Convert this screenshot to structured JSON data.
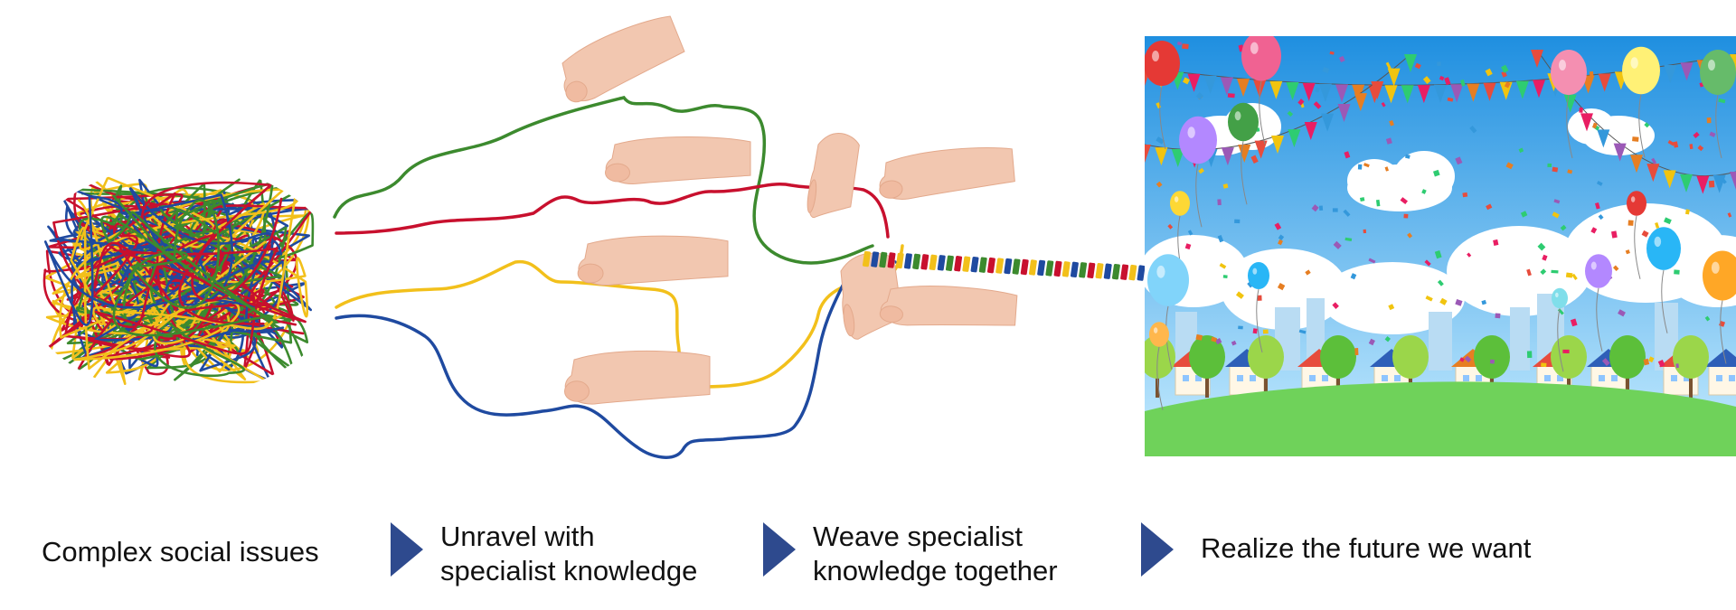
{
  "steps": [
    {
      "lines": [
        "Complex social issues"
      ]
    },
    {
      "lines": [
        "Unravel with",
        "specialist knowledge"
      ]
    },
    {
      "lines": [
        "Weave specialist",
        "knowledge together"
      ]
    },
    {
      "lines": [
        "Realize the future we want"
      ]
    }
  ],
  "colors": {
    "thread_red": "#c8102e",
    "thread_blue": "#1f4aa0",
    "thread_yellow": "#f2c01b",
    "thread_green": "#3c8a2e",
    "arrow": "#2e4a8e",
    "skin": "#f2c7b0",
    "sky_top": "#1f8fe0",
    "sky_bottom": "#bfe6ff",
    "grass": "#6fd25a"
  },
  "icons": [
    "tangle-icon",
    "hand-icon",
    "braid-icon",
    "arrow-right-icon",
    "celebration-scene-icon"
  ]
}
